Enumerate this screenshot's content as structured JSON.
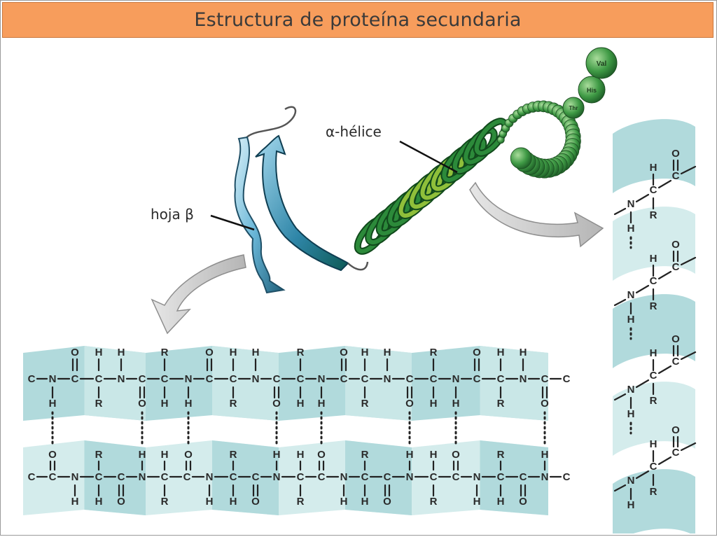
{
  "title": "Estructura de proteína secundaria",
  "labels": {
    "beta_sheet": "hoja β",
    "alpha_helix": "α-hélice"
  },
  "residues": [
    "Val",
    "His",
    "Thr"
  ],
  "colors": {
    "header_bg": "#f79d5c",
    "sheet_band": "#a8d6d8",
    "sheet_band_light": "#cfeaea",
    "helix_green": "#2e8b3a",
    "strand_blue": "#4a9fc6",
    "arrow_grey": "#bdbdbd"
  },
  "atoms": {
    "C": "C",
    "N": "N",
    "H": "H",
    "O": "O",
    "R": "R"
  }
}
